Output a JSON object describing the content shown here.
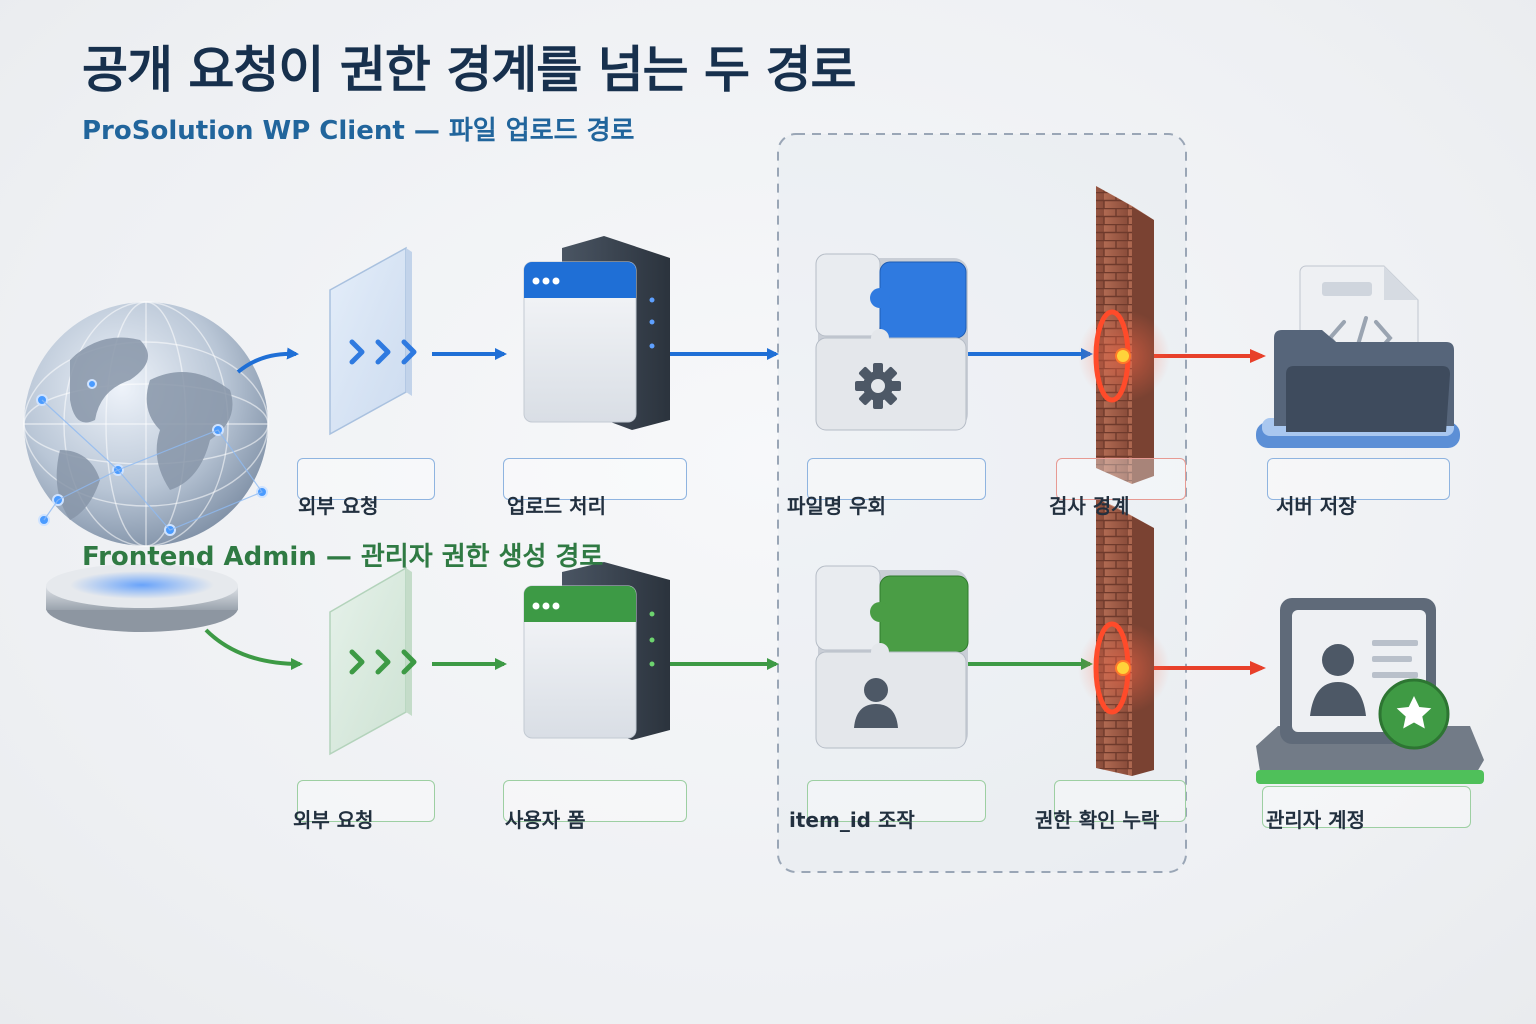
{
  "title": "공개 요청이 권한 경계를 넘는 두 경로",
  "paths": {
    "upload": {
      "heading": "ProSolution WP Client — 파일 업로드 경로",
      "color": "#1f6fd6",
      "steps": [
        "외부 요청",
        "업로드 처리",
        "파일명 우회",
        "검사 경계",
        "서버 저장"
      ]
    },
    "admin": {
      "heading": "Frontend Admin — 관리자 권한 생성 경로",
      "color": "#3d9a45",
      "steps": [
        "외부 요청",
        "사용자 폼",
        "item_id 조작",
        "권한 확인 누락",
        "관리자 계정"
      ]
    }
  },
  "breach_color": "#e8402a",
  "icons": [
    "globe-icon",
    "filter-panel-icon",
    "server-window-icon",
    "puzzle-gear-icon",
    "puzzle-user-icon",
    "brick-wall-icon",
    "code-file-folder-icon",
    "admin-id-card-icon",
    "star-badge-icon"
  ]
}
